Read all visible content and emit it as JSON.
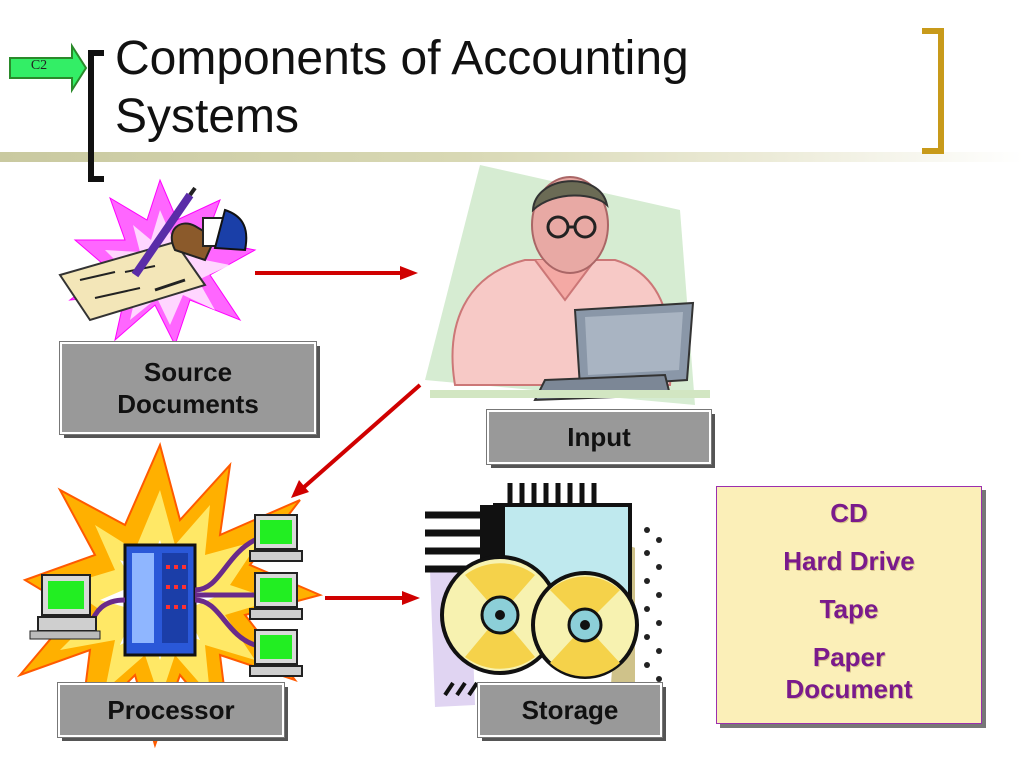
{
  "slide": {
    "badge": "C2",
    "title_line1": "Components of Accounting",
    "title_line2": "Systems"
  },
  "diagram": {
    "nodes": [
      {
        "id": "source",
        "label_line1": "Source",
        "label_line2": "Documents",
        "icon": "document-signing-icon"
      },
      {
        "id": "input",
        "label": "Input",
        "icon": "person-at-computer-icon"
      },
      {
        "id": "processor",
        "label": "Processor",
        "icon": "server-network-icon"
      },
      {
        "id": "storage",
        "label": "Storage",
        "icon": "discs-storage-icon"
      }
    ],
    "edges": [
      {
        "from": "source",
        "to": "input"
      },
      {
        "from": "input",
        "to": "processor"
      },
      {
        "from": "processor",
        "to": "storage"
      }
    ],
    "storage_media": [
      "CD",
      "Hard Drive",
      "Tape",
      "Paper Document"
    ]
  },
  "colors": {
    "arrow": "#d00000",
    "label_box": "#999999",
    "media_text": "#7a1a8c",
    "media_bg": "#fbefb8",
    "bracket_gold": "#c89a1a"
  }
}
